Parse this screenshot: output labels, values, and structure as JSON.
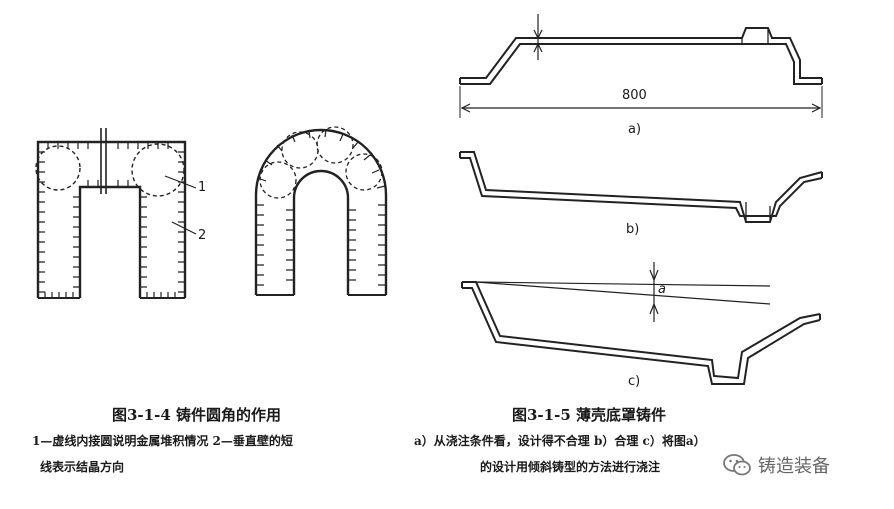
{
  "left_figure": {
    "callout_1": "1",
    "callout_2": "2",
    "caption_title": "图3-1-4  铸件圆角的作用",
    "caption_line1": "1—虚线内接圆说明金属堆积情况  2—垂直壁的短",
    "caption_line2": "线表示结晶方向"
  },
  "right_figure": {
    "dimension": "800",
    "label_a": "a)",
    "label_b": "b)",
    "label_c": "c)",
    "angle_label": "a",
    "caption_title": "图3-1-5  薄壳底罩铸件",
    "caption_line1": "a）从浇注条件看，设计得不合理  b）合理  c）将图a）",
    "caption_line2": "的设计用倾斜铸型的方法进行浇注"
  },
  "watermark": {
    "text": "铸造装备",
    "icon": "wechat-icon"
  }
}
